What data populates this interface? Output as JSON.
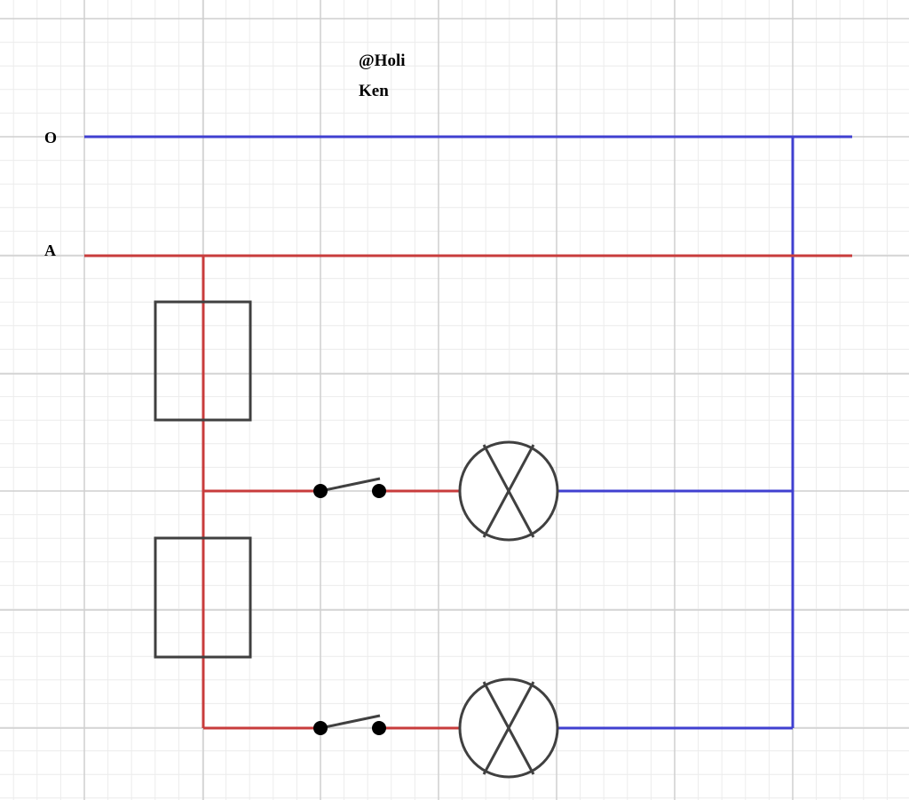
{
  "watermark": {
    "line1": "@Holi",
    "line2": "Ken"
  },
  "conductors": {
    "neutral": {
      "label": "O",
      "color": "#4040d0"
    },
    "phase": {
      "label": "A",
      "color": "#c83c3c"
    }
  },
  "components": {
    "fuse_count": 2,
    "switch_count": 2,
    "lamp_count": 2,
    "outline_color": "#404040",
    "terminal_color": "#000000"
  },
  "grid": {
    "minor_color": "#ececec",
    "major_color": "#cfcfcf"
  }
}
